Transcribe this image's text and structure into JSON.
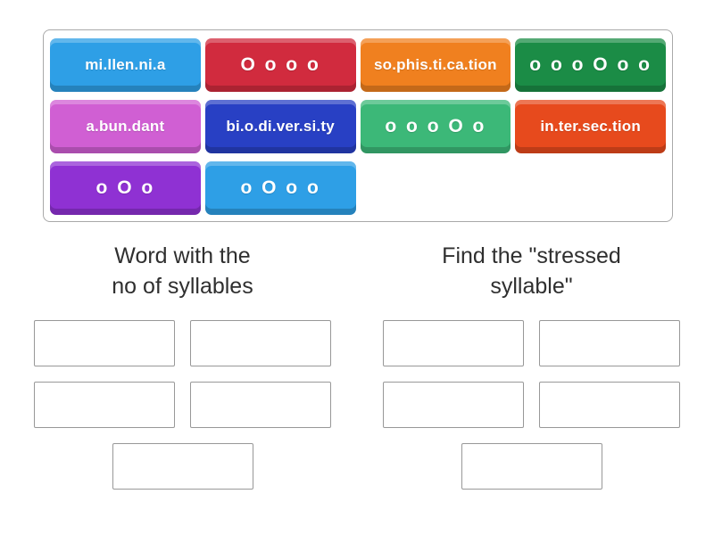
{
  "page": {
    "background": "#ffffff"
  },
  "tray": {
    "tiles": [
      {
        "label": "mi.llen.ni.a",
        "color": "#2e9fe6",
        "type": "word"
      },
      {
        "label": "O o o o",
        "color": "#d12b3e",
        "type": "stress-pattern"
      },
      {
        "label": "so.phis.ti.ca.tion",
        "color": "#f0801f",
        "type": "word"
      },
      {
        "label": "o o o O o o",
        "color": "#1b8c46",
        "type": "stress-pattern"
      },
      {
        "label": "a.bun.dant",
        "color": "#d05fd3",
        "type": "word"
      },
      {
        "label": "bi.o.di.ver.si.ty",
        "color": "#2840c4",
        "type": "word"
      },
      {
        "label": "o o o O o",
        "color": "#3cb878",
        "type": "stress-pattern"
      },
      {
        "label": "in.ter.sec.tion",
        "color": "#e74a1d",
        "type": "word"
      },
      {
        "label": "o O o",
        "color": "#8f31d3",
        "type": "stress-pattern"
      },
      {
        "label": "o O o o",
        "color": "#2e9fe6",
        "type": "stress-pattern"
      }
    ]
  },
  "groups": [
    {
      "title_lines": {
        "0": "Word with the",
        "1": "no of syllables"
      },
      "slot_count": 5
    },
    {
      "title_lines": {
        "0": "Find the \"stressed",
        "1": "syllable\""
      },
      "slot_count": 5
    }
  ]
}
